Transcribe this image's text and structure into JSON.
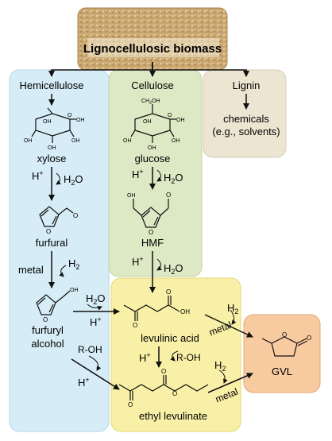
{
  "top": {
    "title": "Lignocellulosic biomass"
  },
  "columns": {
    "hemicellulose": "Hemicellulose",
    "cellulose": "Cellulose",
    "lignin": "Lignin",
    "lignin_product_1": "chemicals",
    "lignin_product_2": "(e.g., solvents)"
  },
  "compounds": {
    "xylose": "xylose",
    "glucose": "glucose",
    "furfural": "furfural",
    "hmf": "HMF",
    "furfuryl_1": "furfuryl",
    "furfuryl_2": "alcohol",
    "levulinic": "levulinic acid",
    "ethyl_levulinate": "ethyl levulinate",
    "gvl": "GVL"
  },
  "reagents": {
    "h_plus": "H",
    "plus": "+",
    "h2o_h": "H",
    "h2o_sub": "2",
    "h2o_o": "O",
    "metal": "metal",
    "h2_h": "H",
    "h2_sub": "2",
    "roh": "R-OH"
  },
  "atoms": {
    "oh": "OH",
    "ch2oh": "CH",
    "ch2oh_sub": "2",
    "ch2oh_oh": "OH",
    "o": "O"
  },
  "colors": {
    "blue_panel": "#d6ecf6",
    "green_panel": "#dde8c4",
    "lignin_panel": "#ece5d2",
    "yellow_panel": "#f8f0a6",
    "orange_panel": "#f7caa0",
    "biomass": "#c8a870"
  }
}
